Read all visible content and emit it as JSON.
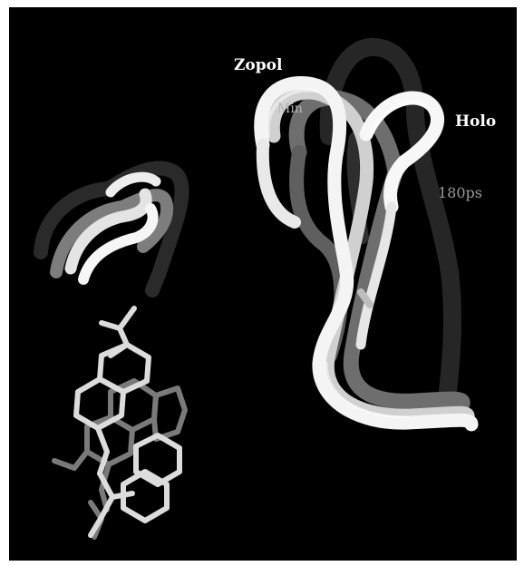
{
  "figure": {
    "background": "#000000",
    "labels": {
      "zopol": "Zopol",
      "min": "Min",
      "holo": "Holo",
      "t180ps": "180ps"
    },
    "colors": {
      "holo": "#262626",
      "t180ps": "#6e6e6e",
      "min": "#d9d9d9",
      "zopol": "#f4f4f4",
      "ligand_dark": "#7a7a7a",
      "ligand_light": "#dcdcdc"
    }
  }
}
